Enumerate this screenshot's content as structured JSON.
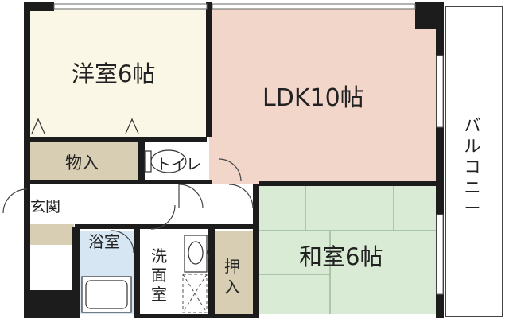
{
  "rooms": {
    "western": {
      "label": "洋室6帖",
      "color": "#fbf7e6"
    },
    "ldk": {
      "label": "LDK10帖",
      "color": "#f1d6c9"
    },
    "japanese": {
      "label": "和室6帖",
      "color": "#d9ebd4"
    },
    "storage": {
      "label": "物入",
      "color": "#d7ceb4"
    },
    "toilet": {
      "label": "トイレ"
    },
    "entrance": {
      "label": "玄関"
    },
    "bath": {
      "label": "浴室",
      "color": "#d6e7f3"
    },
    "washroom": {
      "label": "洗面室"
    },
    "closet": {
      "label": "押入",
      "color": "#d7ceb4"
    },
    "balcony": {
      "label": "バルコニー"
    }
  }
}
